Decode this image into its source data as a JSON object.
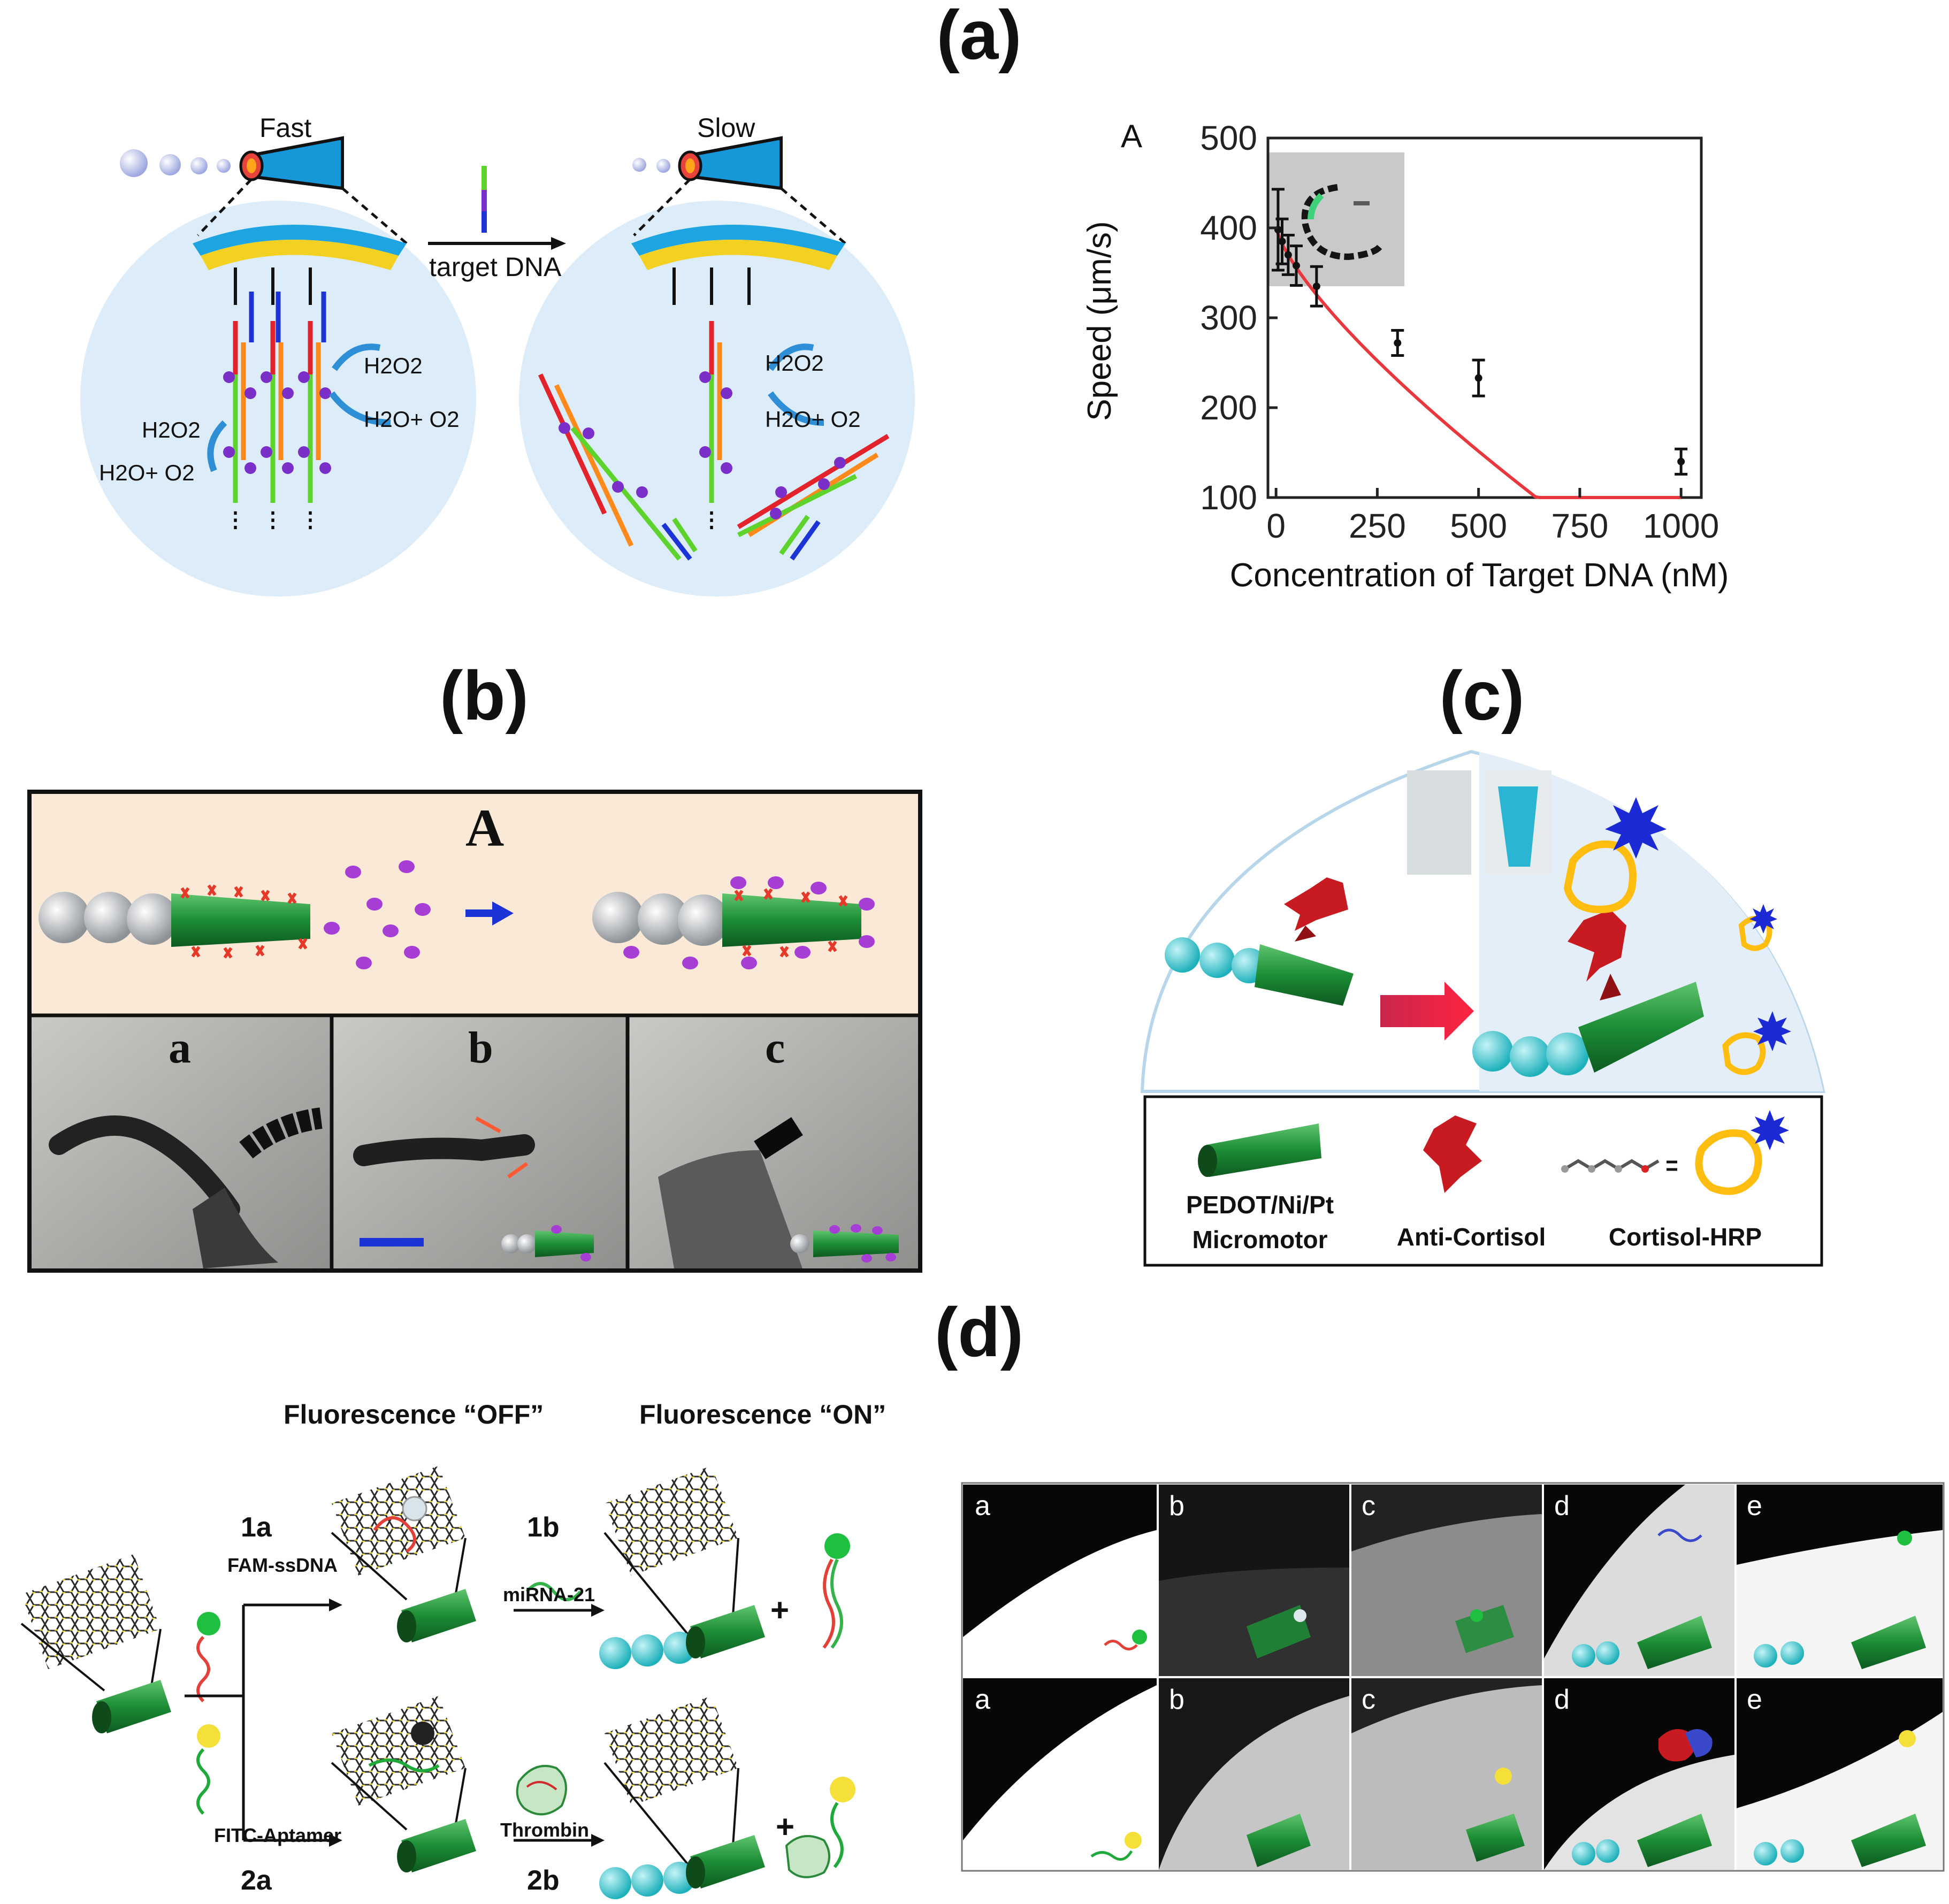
{
  "panels": {
    "a": {
      "label": "(a)"
    },
    "b": {
      "label": "(b)"
    },
    "c": {
      "label": "(c)"
    },
    "d": {
      "label": "(d)"
    }
  },
  "panel_a_schematic": {
    "fast_label": "Fast",
    "slow_label": "Slow",
    "arrow_label": "target DNA",
    "h2o2": "H2O2",
    "products": "H2O+ O2"
  },
  "chart_data": {
    "type": "scatter",
    "panel_letter": "A",
    "xlabel": "Concentration of Target DNA (nM)",
    "ylabel": "Speed (μm/s)",
    "xlim": [
      -20,
      1050
    ],
    "ylim": [
      100,
      500
    ],
    "xticks": [
      0,
      250,
      500,
      750,
      1000
    ],
    "yticks": [
      100,
      200,
      300,
      400,
      500
    ],
    "points": [
      {
        "x": 5,
        "y": 398,
        "err": 45
      },
      {
        "x": 15,
        "y": 385,
        "err": 25
      },
      {
        "x": 30,
        "y": 370,
        "err": 22
      },
      {
        "x": 50,
        "y": 358,
        "err": 22
      },
      {
        "x": 100,
        "y": 335,
        "err": 22
      },
      {
        "x": 300,
        "y": 272,
        "err": 14
      },
      {
        "x": 500,
        "y": 233,
        "err": 20
      },
      {
        "x": 1000,
        "y": 140,
        "err": 14
      }
    ],
    "fit_color": "#e8383d",
    "grid": false
  },
  "panel_b": {
    "top_label": "A",
    "sub_a": "a",
    "sub_b": "b",
    "sub_c": "c"
  },
  "panel_c": {
    "legend": {
      "micromotor_line1": "PEDOT/Ni/Pt",
      "micromotor_line2": "Micromotor",
      "antibody": "Anti-Cortisol",
      "conjugate": "Cortisol-HRP"
    }
  },
  "panel_d": {
    "off_title": "Fluorescence “OFF”",
    "on_title": "Fluorescence “ON”",
    "step_1a": "1a",
    "step_1b": "1b",
    "step_2a": "2a",
    "step_2b": "2b",
    "probe_1": "FAM-ssDNA",
    "target_1": "miRNA-21",
    "probe_2": "FITC-Aptamer",
    "target_2": "Thrombin",
    "plus": "+",
    "grid_labels": [
      "a",
      "b",
      "c",
      "d",
      "e"
    ]
  },
  "colors": {
    "green_tube": "#1f8a3a",
    "sphere_teal": "#47c9cf",
    "bead_purple": "#7b2fc9",
    "soft_blue": "#dcecf8"
  }
}
